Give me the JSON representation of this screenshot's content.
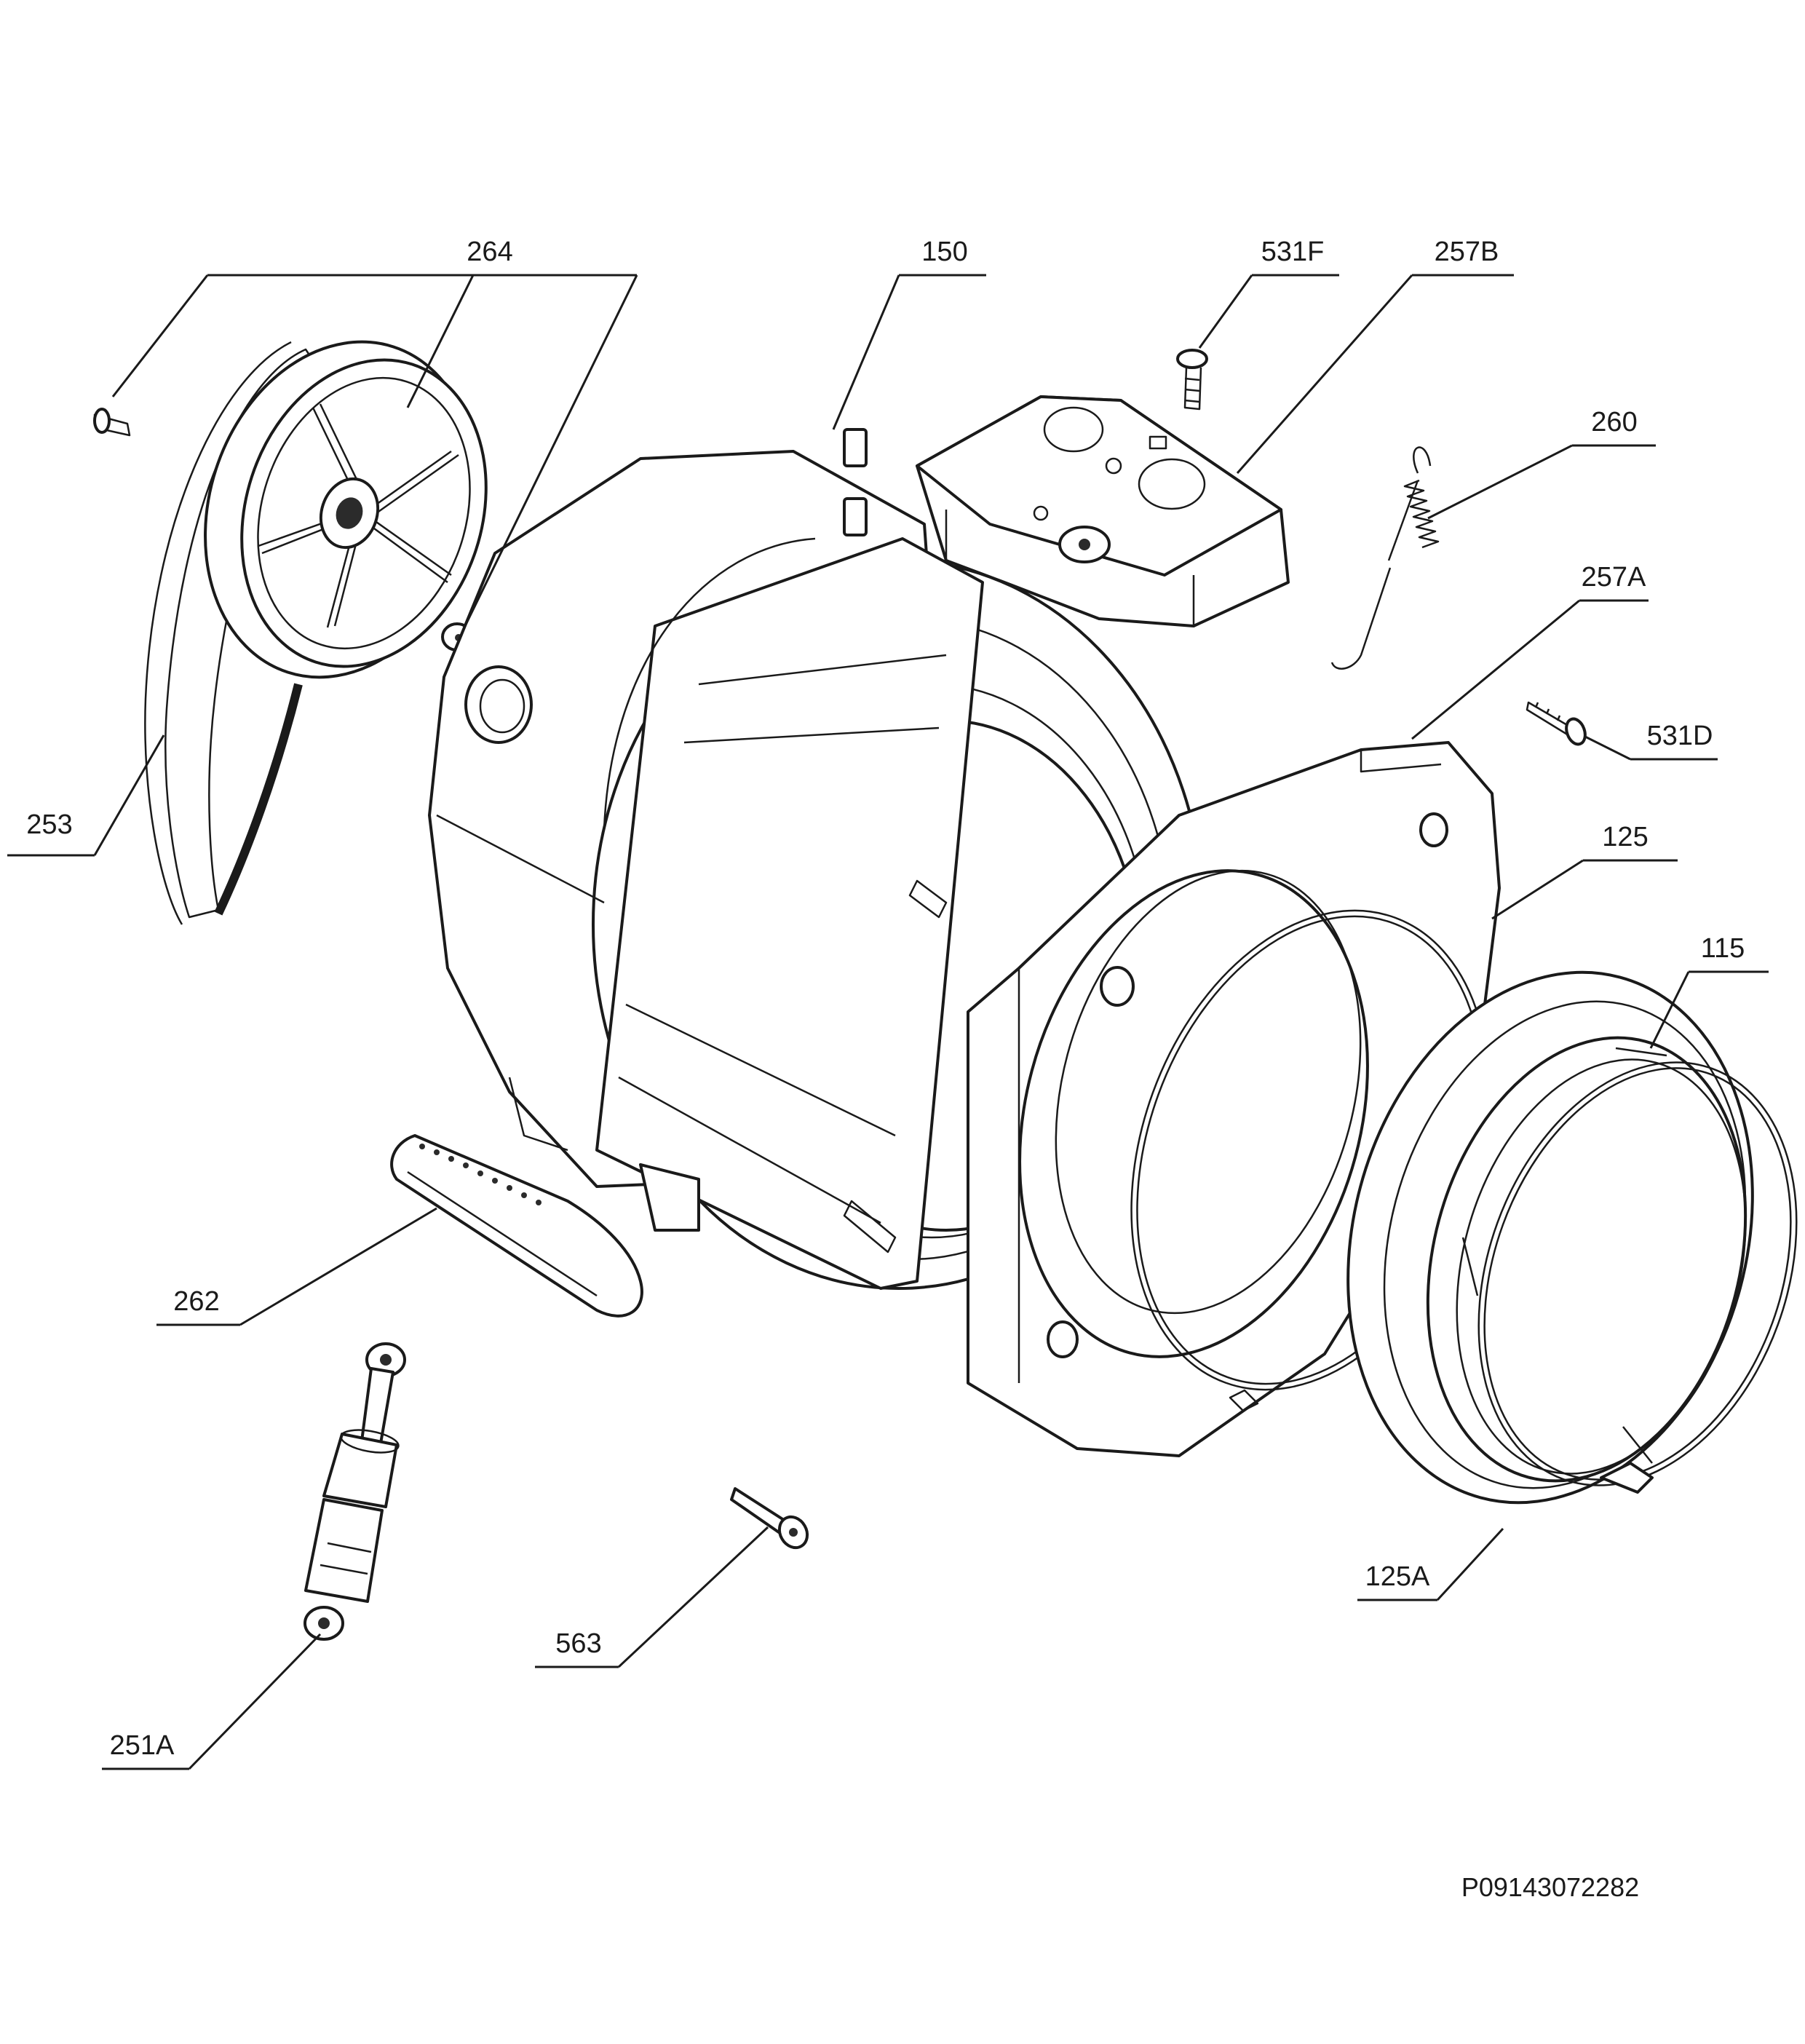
{
  "labels": {
    "p264": "264",
    "p150": "150",
    "p531F": "531F",
    "p257B": "257B",
    "p260": "260",
    "p257A": "257A",
    "p531D": "531D",
    "p253": "253",
    "p125": "125",
    "p115": "115",
    "p262": "262",
    "p125A": "125A",
    "p563": "563",
    "p251A": "251A"
  },
  "drawing_code": "P09143072282"
}
